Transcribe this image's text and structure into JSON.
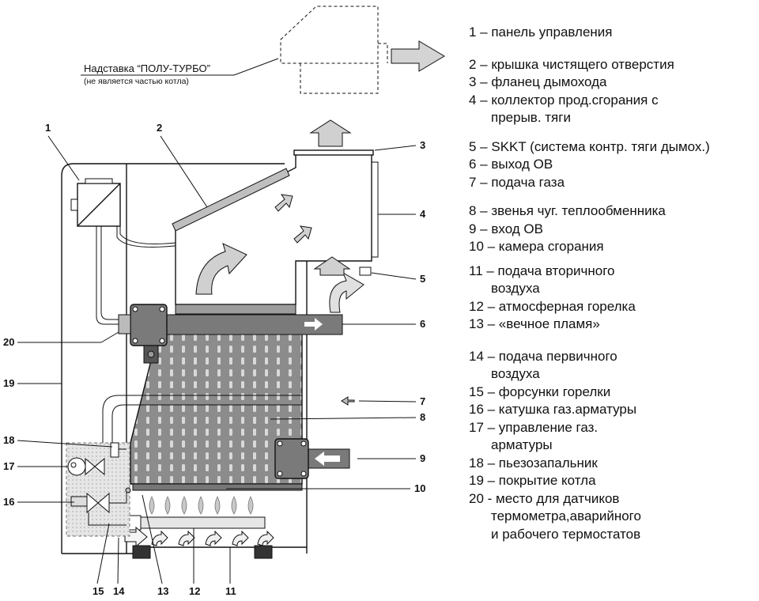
{
  "extension": {
    "title": "Надставка “ПОЛУ-ТУРБО”",
    "subtitle": "(не является частью котла)"
  },
  "callouts": [
    "1",
    "2",
    "3",
    "4",
    "5",
    "6",
    "7",
    "8",
    "9",
    "10",
    "11",
    "12",
    "13",
    "14",
    "15",
    "16",
    "17",
    "18",
    "19",
    "20"
  ],
  "legend": [
    {
      "text": "1 – панель управления"
    },
    {
      "text": "2 – крышка чистящего отверстия"
    },
    {
      "text": "3 – фланец дымохода"
    },
    {
      "text": "4 – коллектор прод.сгорания с",
      "cont": "прерыв. тяги"
    },
    {
      "text": "5 – SKKT (система контр. тяги дымох.)"
    },
    {
      "text": "6 – выход ОВ"
    },
    {
      "text": "7 – подача газа"
    },
    {
      "text": "8 – звенья  чуг. теплообменника"
    },
    {
      "text": "9 – вход ОВ"
    },
    {
      "text": "10 – камера сгорания"
    },
    {
      "text": "11 – подача вторичного",
      "cont": "воздуха"
    },
    {
      "text": "12 – атмосферная горелка"
    },
    {
      "text": "13 – «вечное пламя»"
    },
    {
      "text": "14 – подача первичного",
      "cont": "воздуха"
    },
    {
      "text": "15 – форсунки горелки"
    },
    {
      "text": "16 – катушка  газ.арматуры"
    },
    {
      "text": "17 – управление газ.",
      "cont": "арматуры"
    },
    {
      "text": "18 – пьезозапальник"
    },
    {
      "text": "19 – покрытие котла"
    },
    {
      "text": "20 - место для датчиков",
      "cont": "термометра,аварийного",
      "cont2": "и рабочего термостатов"
    }
  ],
  "colors": {
    "line": "#111111",
    "heat_exchanger": "#8c8c8c",
    "arrow_fill": "#cfcfcf",
    "pipe": "#6f6f6f",
    "flame": "#bdbdbd",
    "panel_dash": "#777777"
  }
}
